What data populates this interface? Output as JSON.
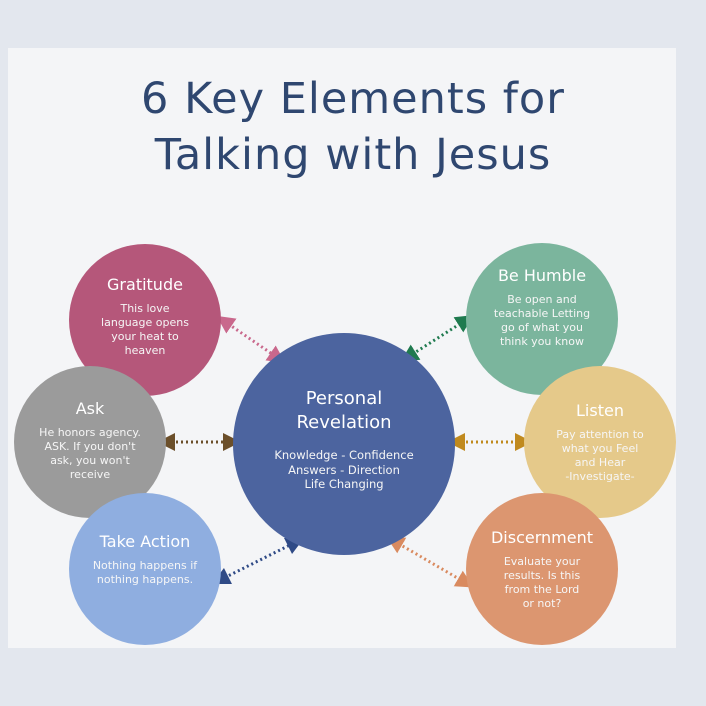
{
  "title_line1": "6 Key Elements for",
  "title_line2": "Talking with Jesus",
  "center": {
    "title_line1": "Personal",
    "title_line2": "Revelation",
    "text_lines": [
      "Knowledge - Confidence",
      "Answers - Direction",
      "Life Changing"
    ],
    "color": "#4c649f"
  },
  "elements": [
    {
      "id": "gratitude",
      "title": "Gratitude",
      "text_lines": [
        "This love",
        "language opens",
        "your heat to",
        "heaven"
      ],
      "color": "#b5577a",
      "arrow_color": "#c9688c"
    },
    {
      "id": "ask",
      "title": "Ask",
      "text_lines": [
        "He honors agency.",
        "ASK. If you don't",
        "ask, you won't",
        "receive"
      ],
      "color": "#9b9b9b",
      "arrow_color": "#6b4f2a"
    },
    {
      "id": "take-action",
      "title": "Take Action",
      "text_lines": [
        "Nothing happens if",
        "nothing happens."
      ],
      "color": "#8faee0",
      "arrow_color": "#2f4a86"
    },
    {
      "id": "be-humble",
      "title": "Be Humble",
      "text_lines": [
        "Be open and",
        "teachable Letting",
        "go of what you",
        "think you know"
      ],
      "color": "#7bb59d",
      "arrow_color": "#1f7a4f"
    },
    {
      "id": "listen",
      "title": "Listen",
      "text_lines": [
        "Pay attention to",
        "what you Feel",
        "and Hear",
        "-Investigate-"
      ],
      "color": "#e5c98a",
      "arrow_color": "#c08a1e"
    },
    {
      "id": "discernment",
      "title": "Discernment",
      "text_lines": [
        "Evaluate your",
        "results. Is this",
        "from the Lord",
        "or not?"
      ],
      "color": "#dc9670",
      "arrow_color": "#d98a5f"
    }
  ]
}
